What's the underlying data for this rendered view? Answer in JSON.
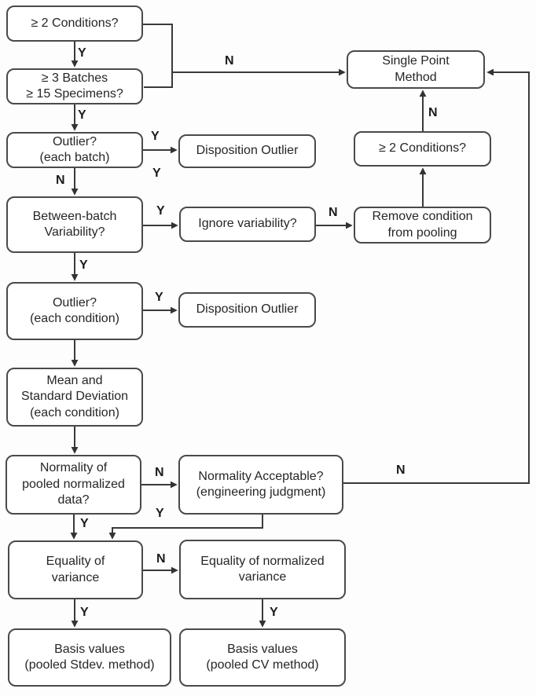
{
  "diagram": {
    "type": "flowchart",
    "description": "Basis value computation decision flowchart",
    "colors": {
      "background": "#fdfdfd",
      "box_fill": "#ffffff",
      "box_border": "#4a4a4a",
      "line": "#3a3a3a",
      "text": "#262626"
    },
    "nodes": {
      "cond2": {
        "label": "≥  2 Conditions?"
      },
      "batches": {
        "label": "≥  3 Batches\n≥ 15 Specimens?"
      },
      "single_point": {
        "label": "Single Point\nMethod"
      },
      "outlier_batch": {
        "label": "Outlier?\n(each batch)"
      },
      "disposition1": {
        "label": "Disposition Outlier"
      },
      "cond2b": {
        "label": "≥  2 Conditions?"
      },
      "between_batch": {
        "label": "Between-batch\nVariability?"
      },
      "ignore_var": {
        "label": "Ignore variability?"
      },
      "remove_cond": {
        "label": "Remove condition\nfrom pooling"
      },
      "outlier_cond": {
        "label": "Outlier?\n(each condition)"
      },
      "disposition2": {
        "label": "Disposition Outlier"
      },
      "mean_sd": {
        "label": "Mean and\nStandard Deviation\n(each condition)"
      },
      "normality": {
        "label": "Normality of\npooled normalized\ndata?"
      },
      "norm_accept": {
        "label": "Normality Acceptable?\n(engineering judgment)"
      },
      "eq_var": {
        "label": "Equality of\nvariance"
      },
      "eq_norm_var": {
        "label": "Equality of normalized\nvariance"
      },
      "basis_stdev": {
        "label": "Basis values\n(pooled Stdev. method)"
      },
      "basis_cv": {
        "label": "Basis values\n(pooled CV method)"
      }
    },
    "edge_labels": {
      "y_cond2_batches": "Y",
      "n_cond2_single_point": "N",
      "y_batches_outlier": "Y",
      "y_outlier_batch_disposition": "Y",
      "y_stray": "Y",
      "n_outlier_batch_between": "N",
      "y_between_ignore": "Y",
      "n_ignore_remove": "N",
      "n_cond2b_single_point": "N",
      "y_between_outlier_cond": "Y",
      "y_outlier_cond_disposition": "Y",
      "n_normality_acceptable": "N",
      "n_acceptable_single_point": "N",
      "y_acceptable_eq_var": "Y",
      "y_normality_eq_var": "Y",
      "n_eq_var_eq_norm": "N",
      "y_eq_var_basis": "Y",
      "y_eq_norm_basis": "Y"
    }
  }
}
